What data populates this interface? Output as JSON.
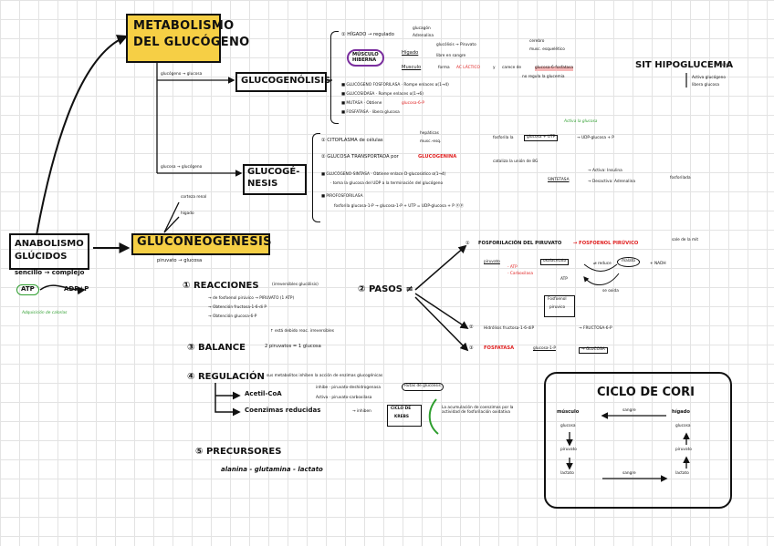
{
  "metabolismo": {
    "title_line1": "METABOLISMO",
    "title_line2": "DEL GLUCÓGENO",
    "arrow_glucogeno_glucosa": "glucógeno → glucosa",
    "arrow_glucosa_glucogeno": "glucosa → glucógeno"
  },
  "anabolismo": {
    "title_line1": "ANABOLISMO",
    "title_line2": "GLÚCIDOS",
    "simple_complejo": "sencillo → complejo",
    "atp": "ATP",
    "adp": "ADP+P",
    "green_note": "Adquisición de calorías"
  },
  "glucogenolisis": {
    "title": "GLUCOGENÓLISIS",
    "item1": "① HÍGADO → regulado",
    "item1_a": "glucagón",
    "item1_b": "Adrenalina",
    "musculo_label": "MÚSCULO",
    "musculo_sub": "HIBERNA",
    "higado_label": "Hígado",
    "higado_a": "glucólisis → Piruvato",
    "higado_a2": "cerebro",
    "higado_a3": "musc. esquelético",
    "higado_b": "libre en sangre",
    "musculo2_label": "Musculo",
    "musculo2_text1": "forma",
    "musculo2_red": "AC LÁCTICO",
    "musculo2_text2": "y",
    "musculo2_text3": "carece de",
    "musculo2_hl": "glucosa-6-fosfatasa",
    "no_regula": "no regula la glucemia",
    "b1": "■ GLUCÓGENO FOSFORILASA · Rompe enlaces α(1→4)",
    "b2": "■ GLUCOSIDASA · Rompe enlaces α(1→6)",
    "b3_pre": "■ MUTASA · Obtiene",
    "b3_red": "glucosa-6-P",
    "b4": "■ FOSFATASA · libera glucosa"
  },
  "hipoglucemia": {
    "title": "SIT HIPOGLUCEMIA",
    "note": "(ayuno)",
    "a": "Activa glucógeno",
    "b": "libera glucosa"
  },
  "glucogenesis": {
    "title_line1": "GLUCOGÉ-",
    "title_line2": "NESIS",
    "item1": "① CITOPLASMA de células",
    "item1_a": "hepáticas",
    "item1_b": "musc.-esq.",
    "item2_pre": "② GLUCOSA TRANSPORTADA por",
    "item2_red": "GLUCOGENINA",
    "fosforila_pre": "fosforila la",
    "fosforila_box1": "glucosa + UTP",
    "fosforila_post": "→ UDP-glucosa + P",
    "activa_note": "Activa la glucosa",
    "cataliza": "cataliza la unión de 8G",
    "sintasa_b1": "■ GLUCÓGENO-SINTASA · Obtiene enlace D-glucosídico α(1→4)",
    "sintasa_b1b": "· toma la glucosa del UDP a la terminación del glucógeno",
    "sintasa_label": "SINTETASA",
    "sintasa_act": "→ Activa: Insulina",
    "sintasa_des": "→ Desactiva: Adrenalina",
    "fosforila_side": "fosforilada",
    "pirofos": "■ PIROFOSFORILASA",
    "pirofos_eq": "fosforila glucosa-1-P → glucosa-1-P + UTP = UDP-glucosa + P ⓟⓟ",
    "corteza": "corteza renal",
    "higado": "hígado"
  },
  "gluconeogenesis": {
    "title": "GLUCONEOGÉNESIS",
    "sub": "piruvato → glucosa",
    "reacciones_title": "① REACCIONES",
    "reacciones_note": "(irreversibles glucólisis)",
    "r1": "→ de fosfoenol pirúvico → PIRUVATO (1 ATP)",
    "r2": "→ Obtención fructosa-1-6-di P",
    "r3": "→ Obtención glucosa-6-P",
    "pasos_title": "② PASOS ≠",
    "balance_title": "③ BALANCE",
    "balance_note": "↑ está debido reac. irreversibles",
    "balance_eq": "2 piruvatos = 1 glucosa",
    "regulacion_title": "④ REGULACIÓN",
    "regulacion_text": "sus metabolitos inhiben la acción de enzimas glucogénicas",
    "acetil": "Acetil-CoA",
    "acetil_a": "inhibe · piruvato-deshidrogenasa",
    "acetil_b": "Activa · piruvato-carboxilasa",
    "acetil_note": "Rutas de glucólisis",
    "coenzimas": "Coenzimas reducidas",
    "coenzimas_inhibe": "→ inhiben",
    "krebs_line1": "CICLO DE",
    "krebs_line2": "KREBS",
    "green_note": "La acumulación de coenzimas por la actividad de fosforilación oxidativa",
    "precursores_title": "⑤ PRECURSORES",
    "precursores_text": "alanina - glutamina - lactato"
  },
  "pasos": {
    "p1_pre": "①",
    "p1_title": "FOSFORILACIÓN DEL PIRUVATO",
    "p1_arrow": "→ FOSFOENOL PIRÚVICO",
    "piruvato": "piruvato",
    "piruvato_note1": "- ATP",
    "piruvato_note2": "- Carboxilasa",
    "oxalacetato": "oxalacetato",
    "reduce": "⇄ reduce",
    "malato": "malato",
    "nadh": "+ NADH",
    "sale_note": "sale de la mit",
    "se_oxida": "se oxida",
    "fosfoenol_box1": "Fosfoenol",
    "fosfoenol_box2": "piruvico",
    "atp_small": "ATP",
    "p2_pre": "②",
    "p2_text": "Hidrólisis fructosa-1-6-diP",
    "p2_arrow": "→ FRUCTOSA-6-P",
    "p3_pre": "③",
    "p3_red": "FOSFATASA",
    "p3_text": "glucosa-1-P",
    "p3_arrow": "→ GLUCOSA"
  },
  "cori": {
    "title": "CICLO DE CORI",
    "musculo": "músculo",
    "higado": "hígado",
    "sangre_top": "sangre",
    "sangre_bottom": "sangre",
    "m1": "glucosa",
    "m2": "piruvato",
    "m3": "lactato",
    "h1": "glucosa",
    "h2": "piruvato",
    "h3": "lactato"
  }
}
